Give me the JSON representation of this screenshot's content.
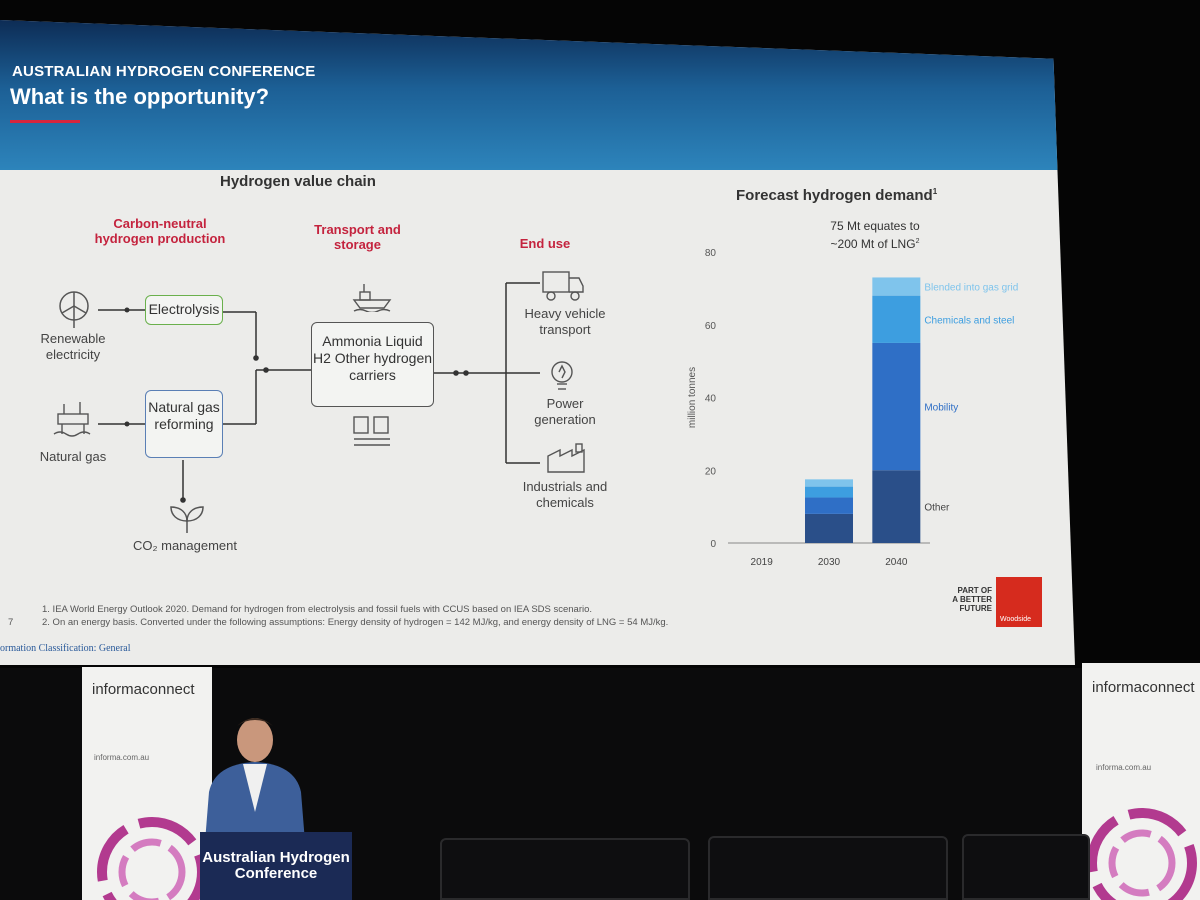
{
  "slide": {
    "conference_name": "AUSTRALIAN HYDROGEN CONFERENCE",
    "title": "What is the opportunity?",
    "value_chain": {
      "heading": "Hydrogen value chain",
      "col_production": "Carbon-neutral hydrogen production",
      "col_transport": "Transport and storage",
      "col_end_use": "End use",
      "renewable_electricity": "Renewable electricity",
      "natural_gas": "Natural gas",
      "electrolysis": "Electrolysis",
      "reforming": "Natural gas reforming",
      "carriers": "Ammonia Liquid H2 Other hydrogen carriers",
      "co2": "CO₂ management",
      "heavy_vehicle": "Heavy vehicle transport",
      "power": "Power generation",
      "industrials": "Industrials and chemicals"
    },
    "footnote_1": "1.   IEA World Energy Outlook 2020. Demand for hydrogen from electrolysis and fossil fuels with CCUS based on IEA SDS scenario.",
    "footnote_2": "2.   On an energy basis. Converted under the following assumptions: Energy density of hydrogen = 142 MJ/kg, and energy density of LNG = 54 MJ/kg.",
    "page_number": "7",
    "classification": "ormation Classification: General",
    "partner_text": "PART OF A BETTER FUTURE",
    "logo_text": "Woodside",
    "colors": {
      "accent_red": "#c4233e",
      "woodside_red": "#d62b1e",
      "banner_blue": "#1c5f95"
    }
  },
  "chart_data": {
    "type": "bar",
    "title": "Forecast hydrogen demand",
    "title_sup": "1",
    "ylabel": "million tonnes",
    "xlabel": "",
    "ylim": [
      0,
      80
    ],
    "yticks": [
      0,
      20,
      40,
      60,
      80
    ],
    "categories": [
      "2019",
      "2030",
      "2040"
    ],
    "series": [
      {
        "name": "Other",
        "values": [
          0,
          8,
          20
        ],
        "color": "#2a4f89"
      },
      {
        "name": "Mobility",
        "values": [
          0,
          4.5,
          35
        ],
        "color": "#2f6fc6"
      },
      {
        "name": "Chemicals and steel",
        "values": [
          0,
          3,
          13
        ],
        "color": "#3d9ee0"
      },
      {
        "name": "Blended into gas grid",
        "values": [
          0,
          2,
          5
        ],
        "color": "#7fc4ec"
      }
    ],
    "annotation_line1": "75 Mt equates to",
    "annotation_line2": "~200 Mt of LNG",
    "annotation_sup": "2"
  },
  "room": {
    "banner_brand": "informaconnect",
    "banner_url": "informa.com.au",
    "podium_text": "Australian Hydrogen Conference"
  }
}
